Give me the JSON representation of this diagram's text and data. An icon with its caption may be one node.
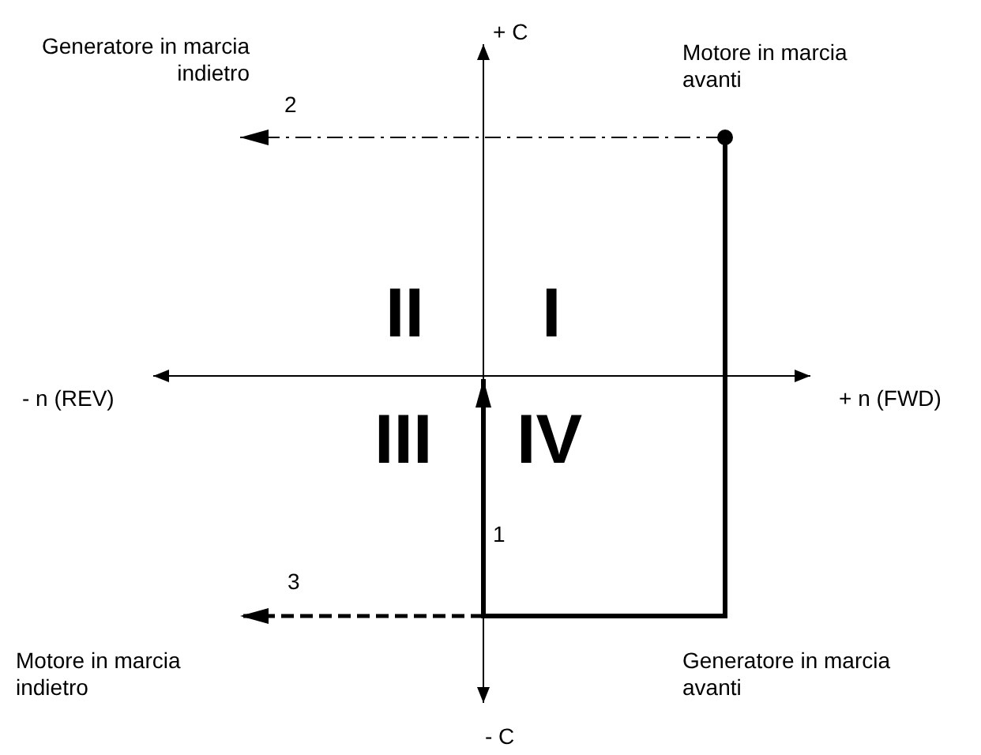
{
  "diagram": {
    "labels": [
      "+ C",
      "Generatore in marcia indietro",
      "Motore in marcia avanti",
      "2",
      "II",
      "I",
      "- n (REV)",
      "+ n (FWD)",
      "III",
      "IV",
      "1",
      "3",
      "Motore in marcia indietro",
      "Generatore in marcia avanti",
      "- C"
    ]
  }
}
